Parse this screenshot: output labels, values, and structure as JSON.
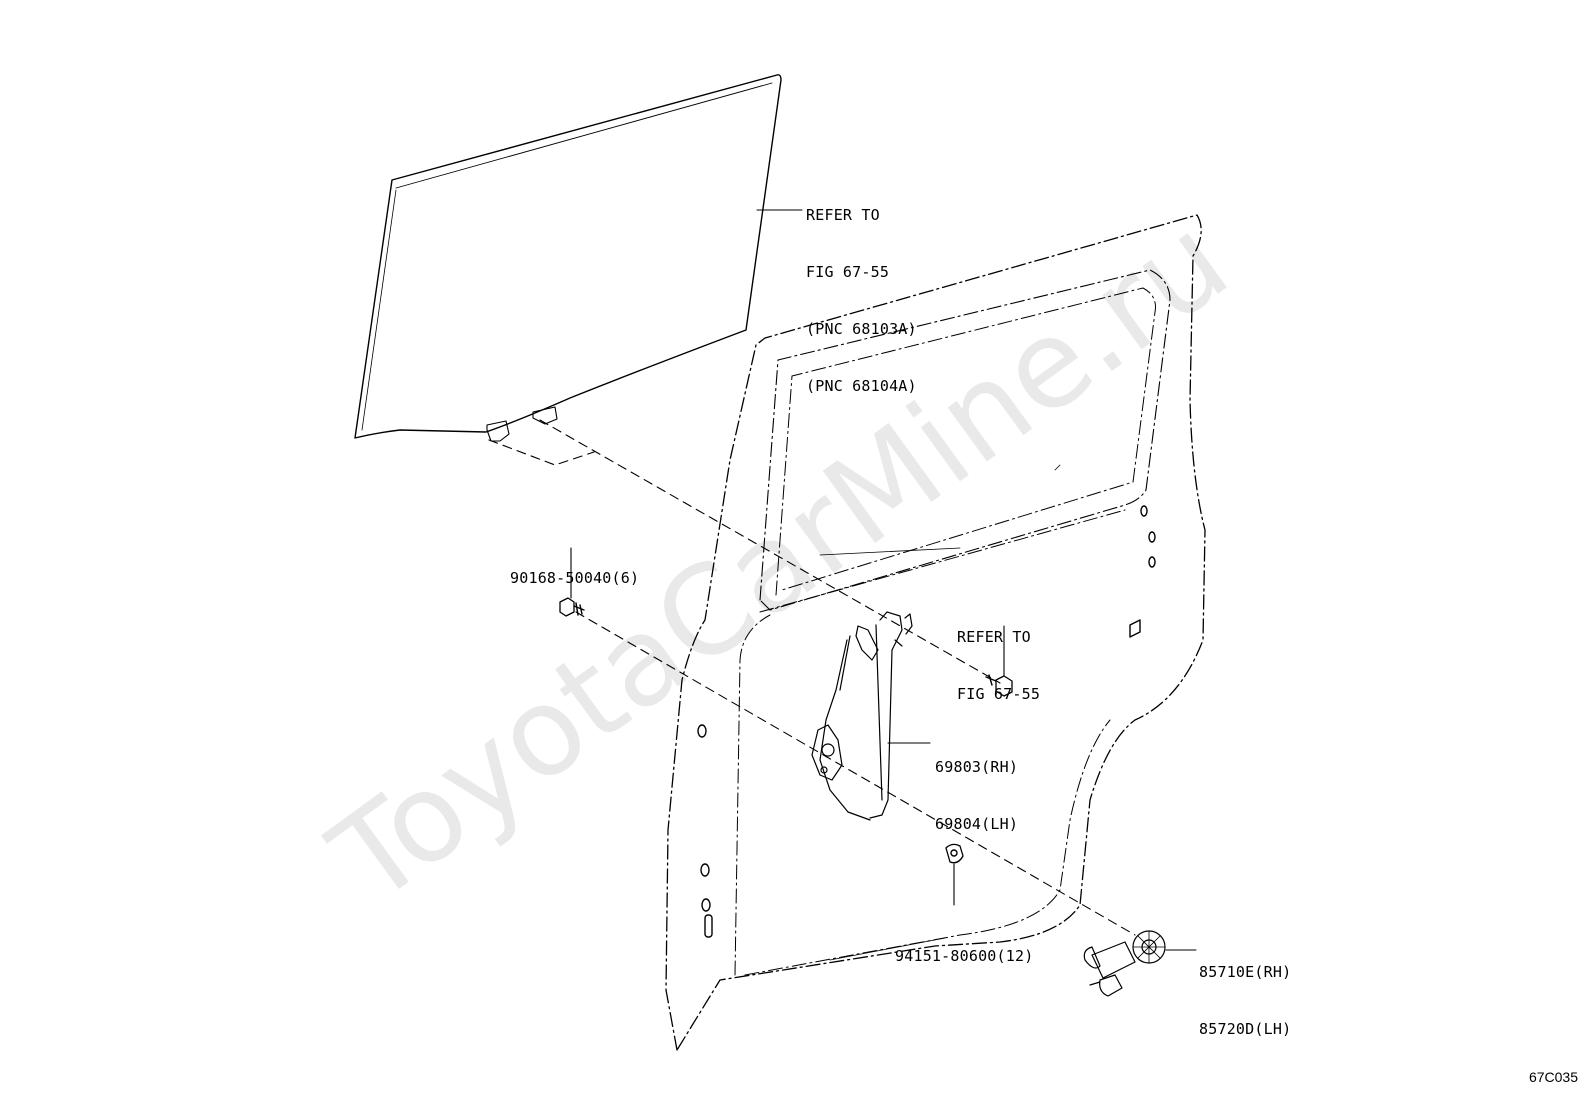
{
  "watermark": "ToyotaCarMine.ru",
  "figure_code": "67C035",
  "callouts": {
    "glass_ref": {
      "line1": "REFER TO",
      "line2": "FIG 67-55",
      "line3": "(PNC 68103A)",
      "line4": "(PNC 68104A)"
    },
    "bolt": {
      "part": "90168-50040(6)"
    },
    "clip_ref": {
      "line1": "REFER TO",
      "line2": "FIG 67-55"
    },
    "regulator": {
      "rh": "69803(RH)",
      "lh": "69804(LH)"
    },
    "nut": {
      "part": "94151-80600(12)"
    },
    "motor": {
      "rh": "85710E(RH)",
      "lh": "85720D(LH)"
    }
  }
}
